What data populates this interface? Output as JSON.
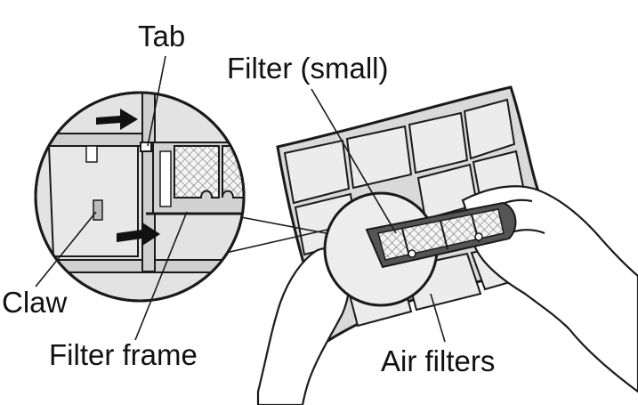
{
  "labels": {
    "tab": "Tab",
    "filter_small": "Filter (small)",
    "claw": "Claw",
    "filter_frame": "Filter frame",
    "air_filters": "Air filters"
  },
  "colors": {
    "line": "#1a1a1a",
    "panel_fill": "#e6e6e6",
    "frame_fill": "#cfcfcf",
    "mesh": "#777777",
    "filter_dark": "#444444",
    "background": "#ffffff"
  },
  "icons": [
    "arrow-right-icon",
    "arrow-right-icon"
  ]
}
